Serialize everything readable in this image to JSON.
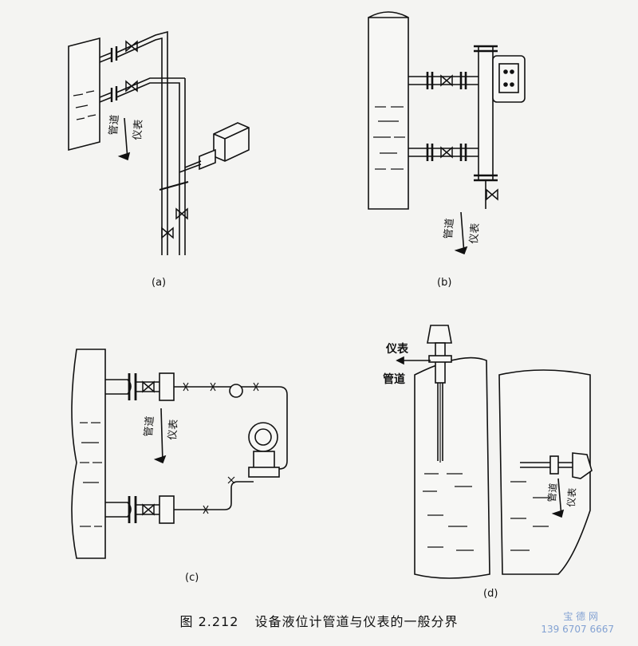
{
  "panels": {
    "a": {
      "label": "(a)",
      "instrument": "仪表",
      "pipe": "管道"
    },
    "b": {
      "label": "(b)",
      "instrument": "仪表",
      "pipe": "管道"
    },
    "c": {
      "label": "(c)",
      "instrument": "仪表",
      "pipe": "管道"
    },
    "d": {
      "label": "(d)",
      "instrument_top": "仪表",
      "pipe_top": "管道",
      "pipe_side": "管道",
      "instrument_side": "仪表"
    }
  },
  "caption": {
    "number": "图 2.212",
    "text": "设备液位计管道与仪表的一般分界"
  },
  "watermark": {
    "line1": "宝 德 网",
    "line2": "139 6707 6667"
  },
  "colors": {
    "line": "#111111",
    "paper": "#f4f4f2",
    "watermark": "#5d86c8"
  }
}
